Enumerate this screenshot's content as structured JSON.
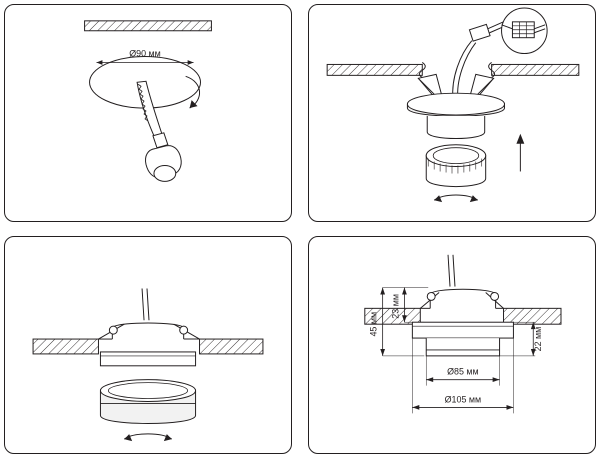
{
  "figure": {
    "title": "Recessed downlight installation instructions",
    "panel_count": 4
  },
  "panels": [
    {
      "id": "panel-1",
      "name": "cut-hole-in-ceiling",
      "labels": [
        {
          "key": "hole_diameter",
          "text": "Ø90 мм"
        }
      ],
      "icons": [
        "hatched-ceiling-icon",
        "circle-hole-icon",
        "hand-saw-icon",
        "rotation-arrow-icon"
      ]
    },
    {
      "id": "panel-2",
      "name": "connect-wiring-and-insert-fixture",
      "labels": [],
      "icons": [
        "hatched-ceiling-icon",
        "wire-connector-icon",
        "magnifier-detail-icon",
        "spring-clip-icon",
        "lamp-module-icon",
        "up-arrow-icon",
        "rotation-arrow-icon"
      ]
    },
    {
      "id": "panel-3",
      "name": "insert-lamp-module",
      "labels": [],
      "icons": [
        "hatched-ceiling-icon",
        "fixture-body-icon",
        "lamp-module-icon",
        "rotation-arrow-icon"
      ]
    },
    {
      "id": "panel-4",
      "name": "dimensions",
      "labels": [
        {
          "key": "depth_total",
          "text": "45 мм"
        },
        {
          "key": "depth_inner",
          "text": "23 мм"
        },
        {
          "key": "body_height",
          "text": "22 мм"
        },
        {
          "key": "inner_diameter",
          "text": "Ø85 мм"
        },
        {
          "key": "outer_diameter",
          "text": "Ø105 мм"
        }
      ],
      "icons": [
        "hatched-ceiling-icon",
        "fixture-section-icon",
        "dimension-arrow-icon"
      ]
    }
  ],
  "colors": {
    "line": "#231f20",
    "background": "#ffffff",
    "fill_light": "#f2f2f2"
  }
}
